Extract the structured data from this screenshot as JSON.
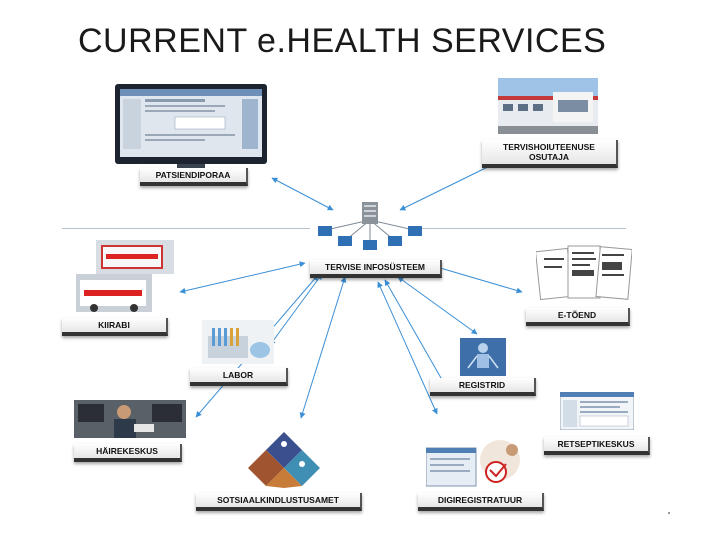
{
  "title": "CURRENT e.HEALTH SERVICES",
  "center": {
    "label": "TERVISE INFOSÜSTEEM"
  },
  "nodes": {
    "patsiendiportaal": {
      "label": "PATSIENDIPORAA"
    },
    "tervishoiuteenuse_osutaja": {
      "line1": "TERVISHOIUTEENUSE",
      "line2": "OSUTAJA"
    },
    "kiirabi": {
      "label": "KIIRABI"
    },
    "e_toend": {
      "label": "E-TÕEND"
    },
    "labor": {
      "label": "LABOR"
    },
    "registrid": {
      "label": "REGISTRID"
    },
    "hairekeskus": {
      "label": "HÄIREKESKUS"
    },
    "retseptikeskus": {
      "label": "RETSEPTIKESKUS"
    },
    "sotsiaalkindlustusamet": {
      "label": "SOTSIAALKINDLUSTUSAMET"
    },
    "digiregistratuur": {
      "label": "DIGIREGISTRATUUR"
    }
  },
  "icons": {
    "monitor": "computer-monitor-icon",
    "hospital": "hospital-building-icon",
    "network": "network-servers-icon",
    "ambulance": "ambulance-icon",
    "certificate": "document-certificate-icon",
    "lab": "lab-equipment-icon",
    "xray": "xray-scan-icon",
    "dispatcher": "dispatch-operator-icon",
    "prescription": "prescription-software-icon",
    "social_logo": "social-insurance-logo-icon",
    "booking": "online-booking-icon"
  },
  "colors": {
    "arrow": "#3b8fd6",
    "label_shadow": "#333333"
  }
}
